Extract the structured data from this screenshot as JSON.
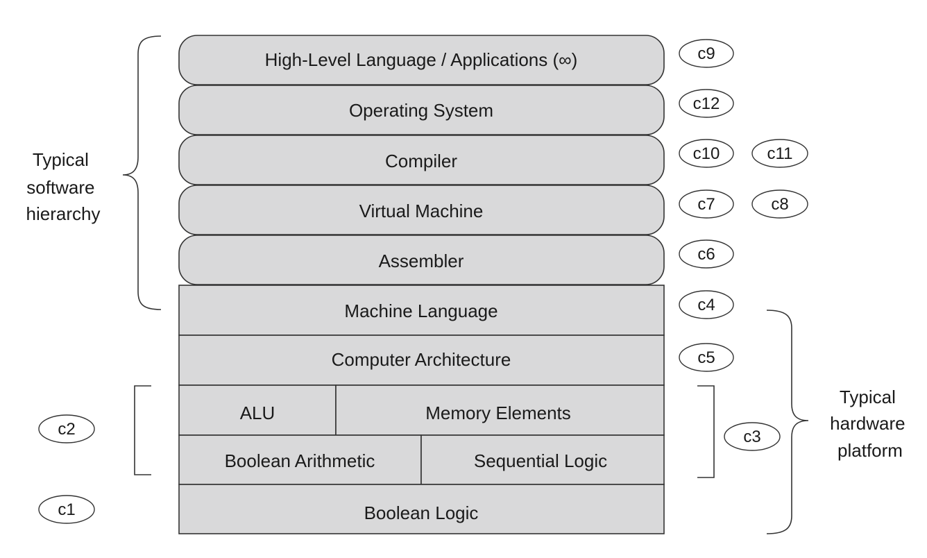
{
  "layers": {
    "high_level": "High-Level Language / Applications (∞)",
    "operating_system": "Operating System",
    "compiler": "Compiler",
    "virtual_machine": "Virtual Machine",
    "assembler": "Assembler",
    "machine_language": "Machine Language",
    "computer_architecture": "Computer Architecture",
    "alu": "ALU",
    "memory_elements": "Memory Elements",
    "boolean_arithmetic": "Boolean Arithmetic",
    "sequential_logic": "Sequential Logic",
    "boolean_logic": "Boolean Logic"
  },
  "tags": {
    "high_level": "c9",
    "operating_system": "c12",
    "compiler_1": "c10",
    "compiler_2": "c11",
    "virtual_machine_1": "c7",
    "virtual_machine_2": "c8",
    "assembler": "c6",
    "machine_language": "c4",
    "computer_architecture": "c5",
    "chips_right": "c3",
    "chips_left": "c2",
    "boolean_logic": "c1"
  },
  "groups": {
    "software": [
      "Typical",
      "software",
      "hierarchy"
    ],
    "hardware": [
      "Typical",
      "hardware",
      "platform"
    ]
  }
}
